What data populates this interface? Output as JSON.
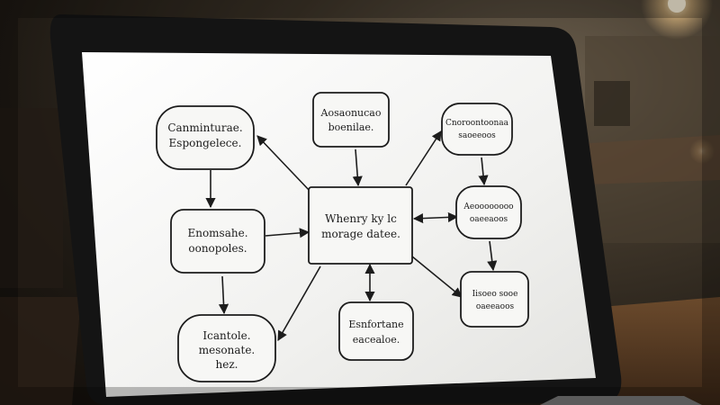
{
  "scene": {
    "colors": {
      "screen": "#f3f3f1",
      "ink": "#1c1c1c",
      "bezel": "#141414",
      "desk": "#5a3d24",
      "lamp": "#f2c98a"
    }
  },
  "diagram": {
    "center": [
      "Whenry ky lc",
      "morage datee."
    ],
    "nodes": [
      {
        "id": "top-left",
        "lines": [
          "Canminturae.",
          "Espongelece."
        ]
      },
      {
        "id": "top-center",
        "lines": [
          "Aosaonucao",
          "boenilae."
        ]
      },
      {
        "id": "top-right",
        "lines": [
          "Cnoroontoonaa",
          "saoeeoos"
        ]
      },
      {
        "id": "mid-left",
        "lines": [
          "Enomsahe.",
          "oonopoles."
        ]
      },
      {
        "id": "mid-right",
        "lines": [
          "Aeoooooooo",
          "oaeeaoos"
        ]
      },
      {
        "id": "bottom-left",
        "lines": [
          "Icantole.",
          "mesonate.",
          "hez."
        ]
      },
      {
        "id": "bottom-center",
        "lines": [
          "Esnfortane",
          "eacealoe."
        ]
      },
      {
        "id": "bottom-right",
        "lines": [
          "Iisoeo sooe",
          "oaeeaoos"
        ]
      }
    ]
  }
}
